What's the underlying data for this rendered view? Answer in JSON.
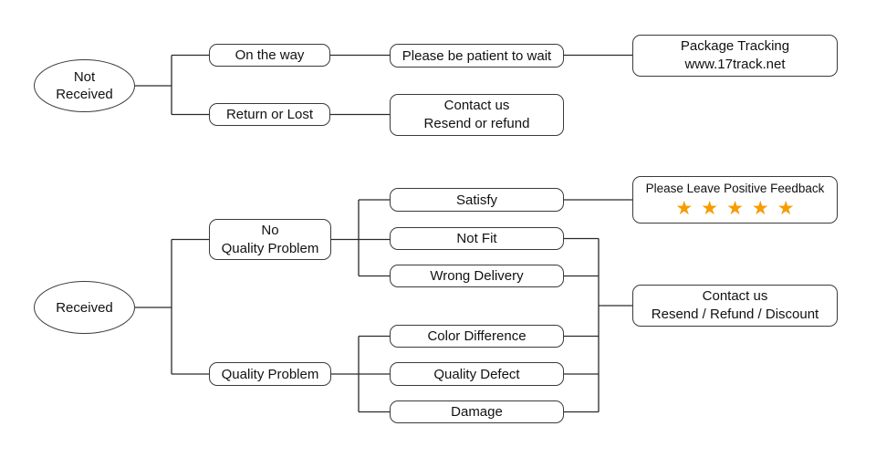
{
  "colors": {
    "background": "#ffffff",
    "line": "#2a2a2a",
    "box_border": "#3a3a3a",
    "text": "#111111",
    "star": "#F89B00"
  },
  "top_flow": {
    "start_line1": "Not",
    "start_line2": "Received",
    "on_the_way": "On the way",
    "please_wait": "Please be patient to wait",
    "package_tracking_line1": "Package Tracking",
    "package_tracking_line2": "www.17track.net",
    "return_or_lost": "Return or Lost",
    "contact_line1": "Contact us",
    "contact_line2": "Resend or refund"
  },
  "bottom_flow": {
    "start": "Received",
    "no_quality_problem_line1": "No",
    "no_quality_problem_line2": "Quality Problem",
    "quality_problem": "Quality Problem",
    "satisfy": "Satisfy",
    "not_fit": "Not Fit",
    "wrong_delivery": "Wrong Delivery",
    "color_difference": "Color Difference",
    "quality_defect": "Quality Defect",
    "damage": "Damage",
    "feedback_title": "Please Leave Positive Feedback",
    "feedback_stars": "★★★★★",
    "contact_line1": "Contact us",
    "contact_line2": "Resend / Refund / Discount"
  }
}
